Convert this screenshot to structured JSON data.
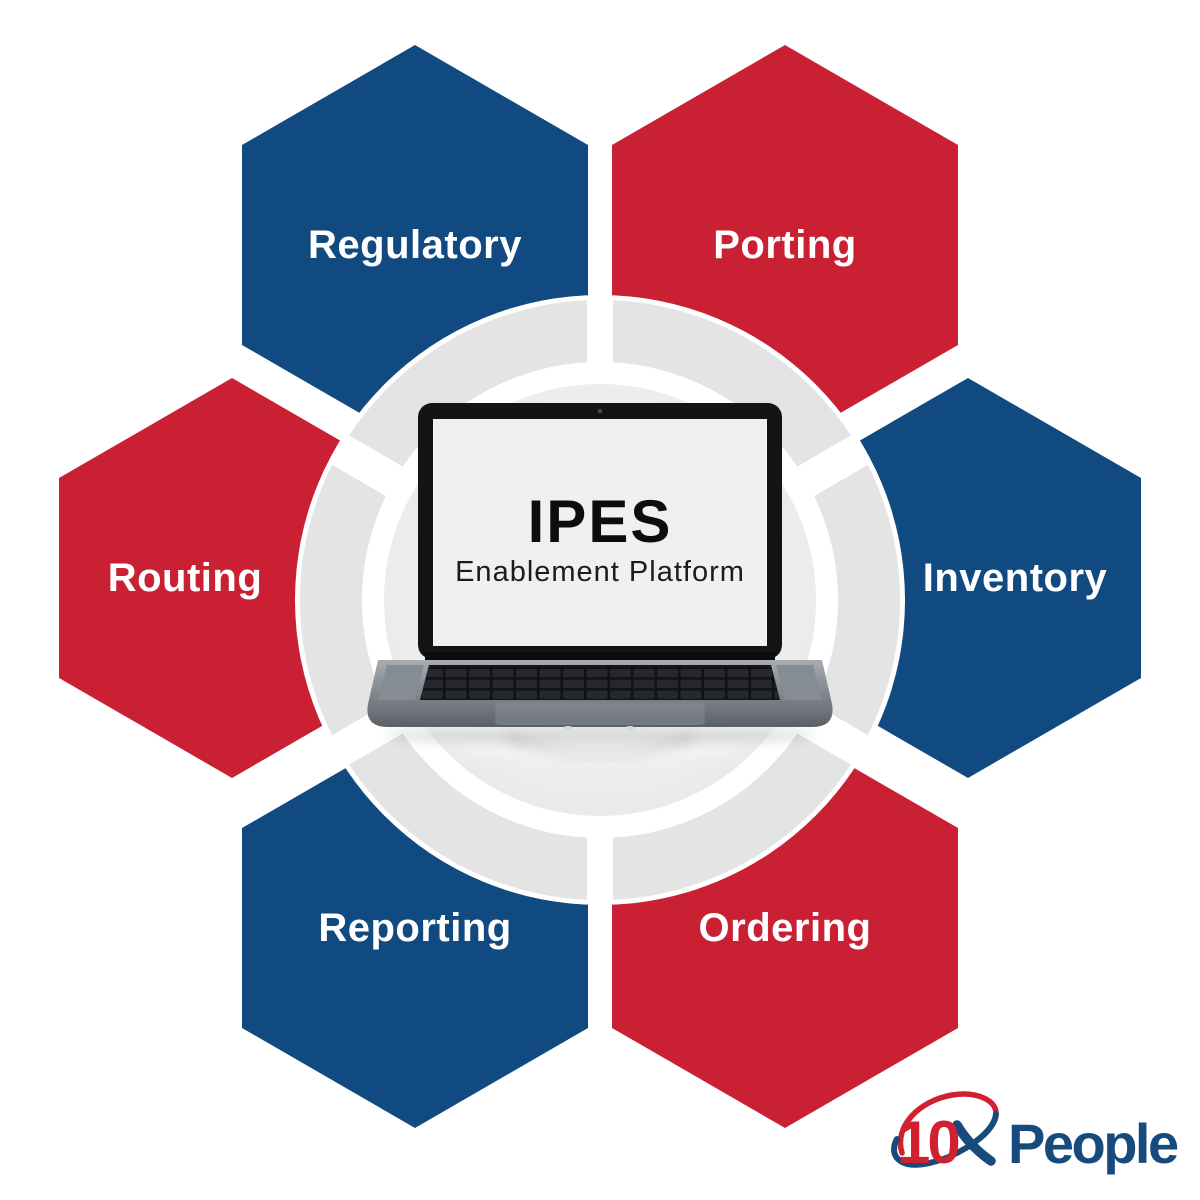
{
  "diagram": {
    "ring_color": "#e4e4e4",
    "hexagons": [
      {
        "id": "regulatory",
        "label": "Regulatory",
        "color": "#114a80"
      },
      {
        "id": "porting",
        "label": "Porting",
        "color": "#c92133"
      },
      {
        "id": "routing",
        "label": "Routing",
        "color": "#c92133"
      },
      {
        "id": "inventory",
        "label": "Inventory",
        "color": "#114a80"
      },
      {
        "id": "reporting",
        "label": "Reporting",
        "color": "#114a80"
      },
      {
        "id": "ordering",
        "label": "Ordering",
        "color": "#c92133"
      }
    ],
    "laptop_screen": {
      "title": "IPES",
      "subtitle": "Enablement Platform",
      "title_color": "#0d0d0d"
    }
  },
  "logo": {
    "number": "10",
    "x_mark": "x",
    "word": "People",
    "red": "#d2212e",
    "blue": "#174a7d"
  }
}
